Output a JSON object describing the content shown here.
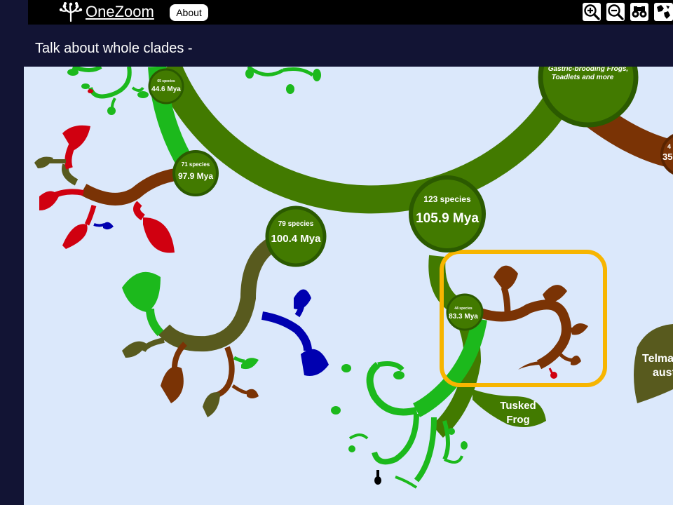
{
  "header": {
    "logo_text": "OneZoom",
    "about_label": "About",
    "tools": [
      "zoom-in-icon",
      "zoom-out-icon",
      "binoculars-icon",
      "globe-icon"
    ]
  },
  "caption": "Talk about whole clades -",
  "tree": {
    "nodes": [
      {
        "species": "65 species",
        "age": "44.6 Mya"
      },
      {
        "species": "71 species",
        "age": "97.9 Mya"
      },
      {
        "species": "79 species",
        "age": "100.4 Mya"
      },
      {
        "species": "123 species",
        "age": "105.9 Mya"
      },
      {
        "species": "44 species",
        "age": "83.3 Mya"
      },
      {
        "species": "4",
        "age": "35"
      }
    ],
    "labels": {
      "gastric_1": "Gastric-brooding Frogs,",
      "gastric_2": "Toadlets and more",
      "tusked_1": "Tusked",
      "tusked_2": "Frog",
      "telma_1": "Telma",
      "telma_2": "aust"
    },
    "highlight_color": "#f7b500"
  }
}
